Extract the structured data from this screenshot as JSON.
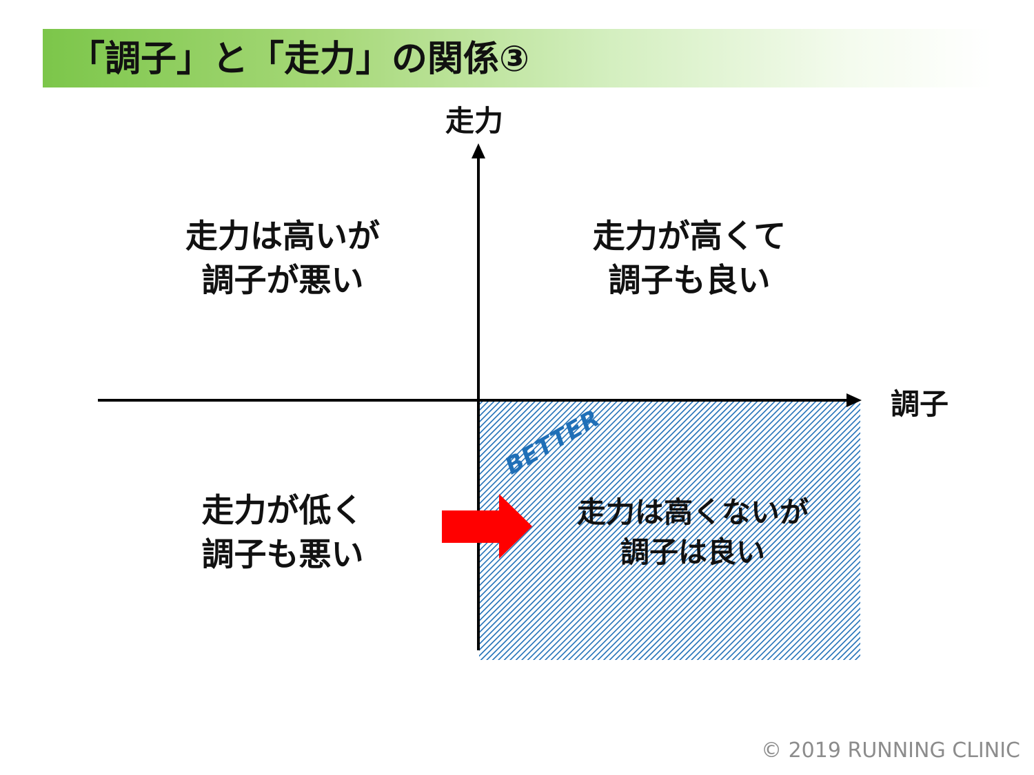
{
  "title": "「調子」と「走力」の関係③",
  "axes": {
    "y_label": "走力",
    "x_label": "調子"
  },
  "quadrants": {
    "top_left": [
      "走力は高いが",
      "調子が悪い"
    ],
    "top_right": [
      "走力が高くて",
      "調子も良い"
    ],
    "bottom_left": [
      "走力が低く",
      "調子も悪い"
    ],
    "bottom_right": [
      "走力は高くないが",
      "調子は良い"
    ]
  },
  "better_label": "BETTER",
  "colors": {
    "title_accent": "#7cc64a",
    "arrow": "#ff0000",
    "highlight_hatch": "#1f6fb7",
    "better_text": "#1f6fb7"
  },
  "copyright": "© 2019 RUNNING CLINIC"
}
